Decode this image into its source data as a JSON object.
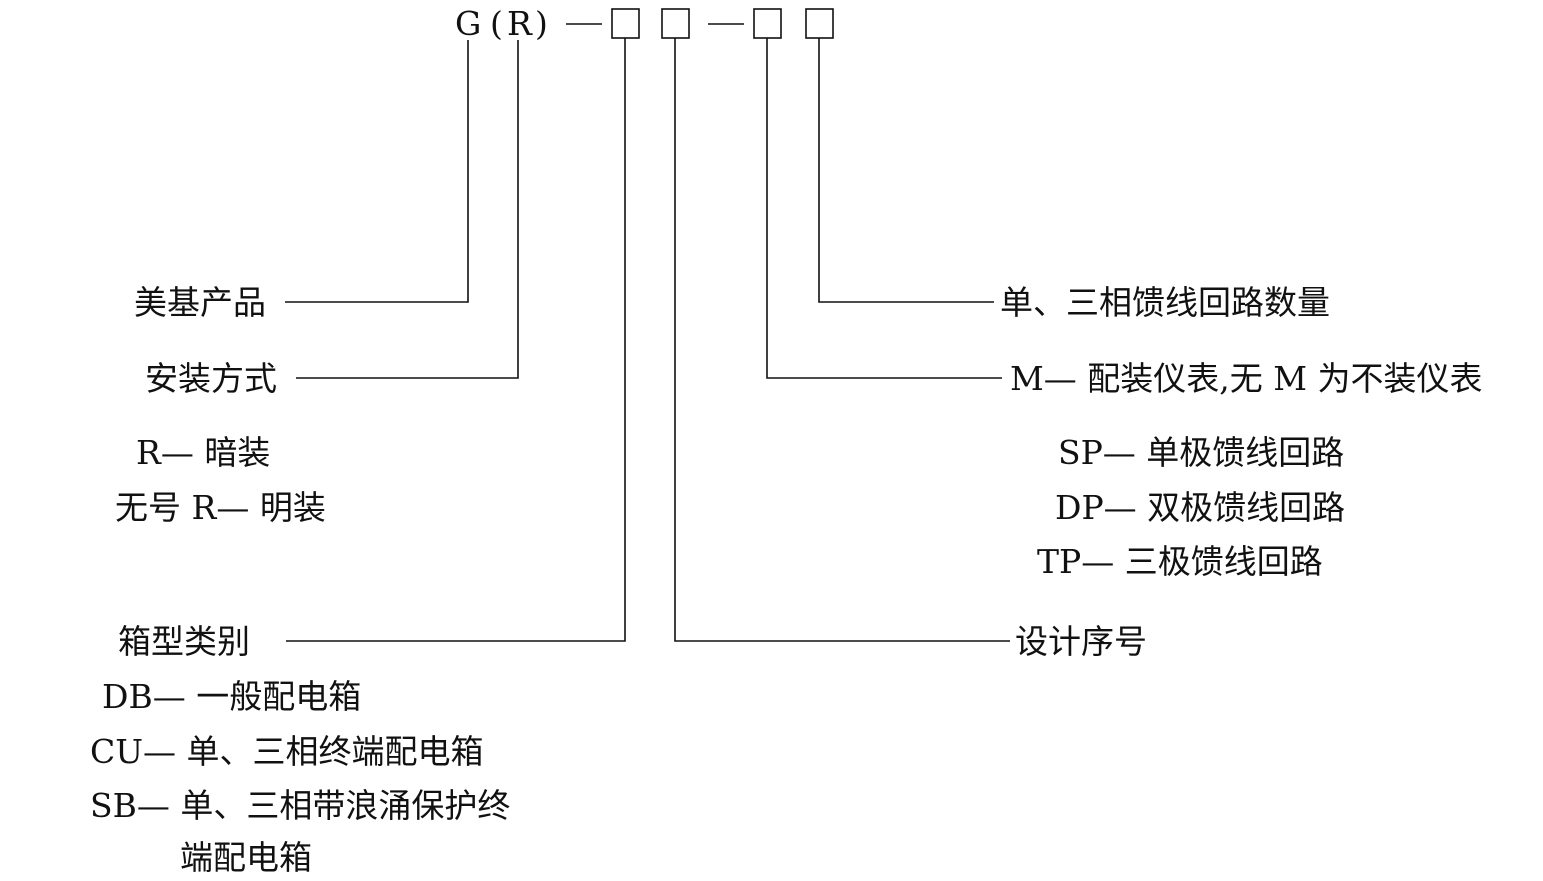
{
  "model_code": {
    "prefix": "G",
    "paren_open": "(",
    "mount_letter": "R",
    "paren_close": ")",
    "dash_1": "—",
    "dash_2": "—"
  },
  "left": {
    "brand": "美基产品",
    "mount_title": "安装方式",
    "mount_options": [
      "R— 暗装",
      "无号 R— 明装"
    ],
    "box_type_title": "箱型类别",
    "box_types": [
      "DB— 一般配电箱",
      "CU— 单、三相终端配电箱",
      "SB— 单、三相带浪涌保护终",
      "端配电箱"
    ]
  },
  "right": {
    "circuit_count": "单、三相馈线回路数量",
    "meter": "M— 配装仪表,无 M 为不装仪表",
    "feeder_types": [
      "SP— 单极馈线回路",
      "DP— 双极馈线回路",
      "TP— 三极馈线回路"
    ],
    "design_serial": "设计序号"
  },
  "style": {
    "ink": "#111111",
    "background": "#ffffff"
  }
}
